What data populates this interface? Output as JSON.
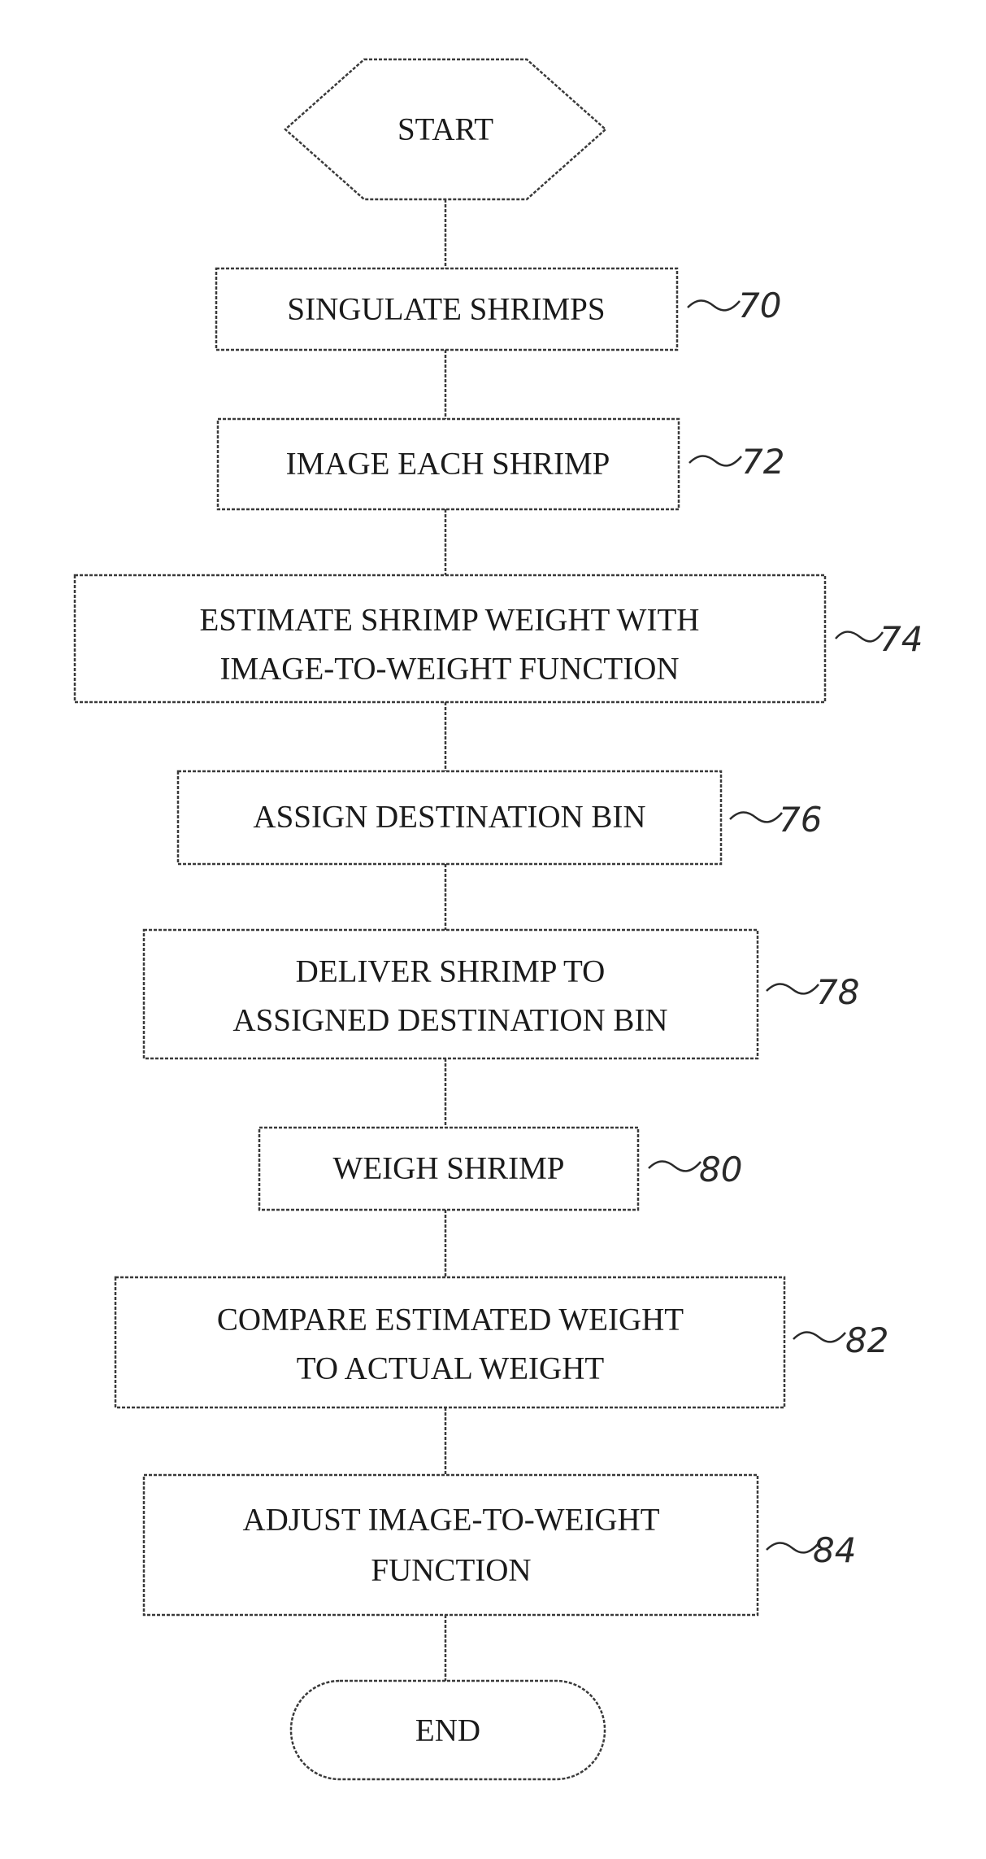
{
  "flowchart": {
    "start": "START",
    "end": "END",
    "steps": [
      {
        "lines": [
          "SINGULATE SHRIMPS"
        ],
        "ref": "70"
      },
      {
        "lines": [
          "IMAGE EACH SHRIMP"
        ],
        "ref": "72"
      },
      {
        "lines": [
          "ESTIMATE SHRIMP WEIGHT WITH",
          "IMAGE-TO-WEIGHT FUNCTION"
        ],
        "ref": "74"
      },
      {
        "lines": [
          "ASSIGN DESTINATION BIN"
        ],
        "ref": "76"
      },
      {
        "lines": [
          "DELIVER SHRIMP TO",
          "ASSIGNED DESTINATION BIN"
        ],
        "ref": "78"
      },
      {
        "lines": [
          "WEIGH SHRIMP"
        ],
        "ref": "80"
      },
      {
        "lines": [
          "COMPARE ESTIMATED WEIGHT",
          "TO ACTUAL WEIGHT"
        ],
        "ref": "82"
      },
      {
        "lines": [
          "ADJUST IMAGE-TO-WEIGHT",
          "FUNCTION"
        ],
        "ref": "84"
      }
    ]
  }
}
